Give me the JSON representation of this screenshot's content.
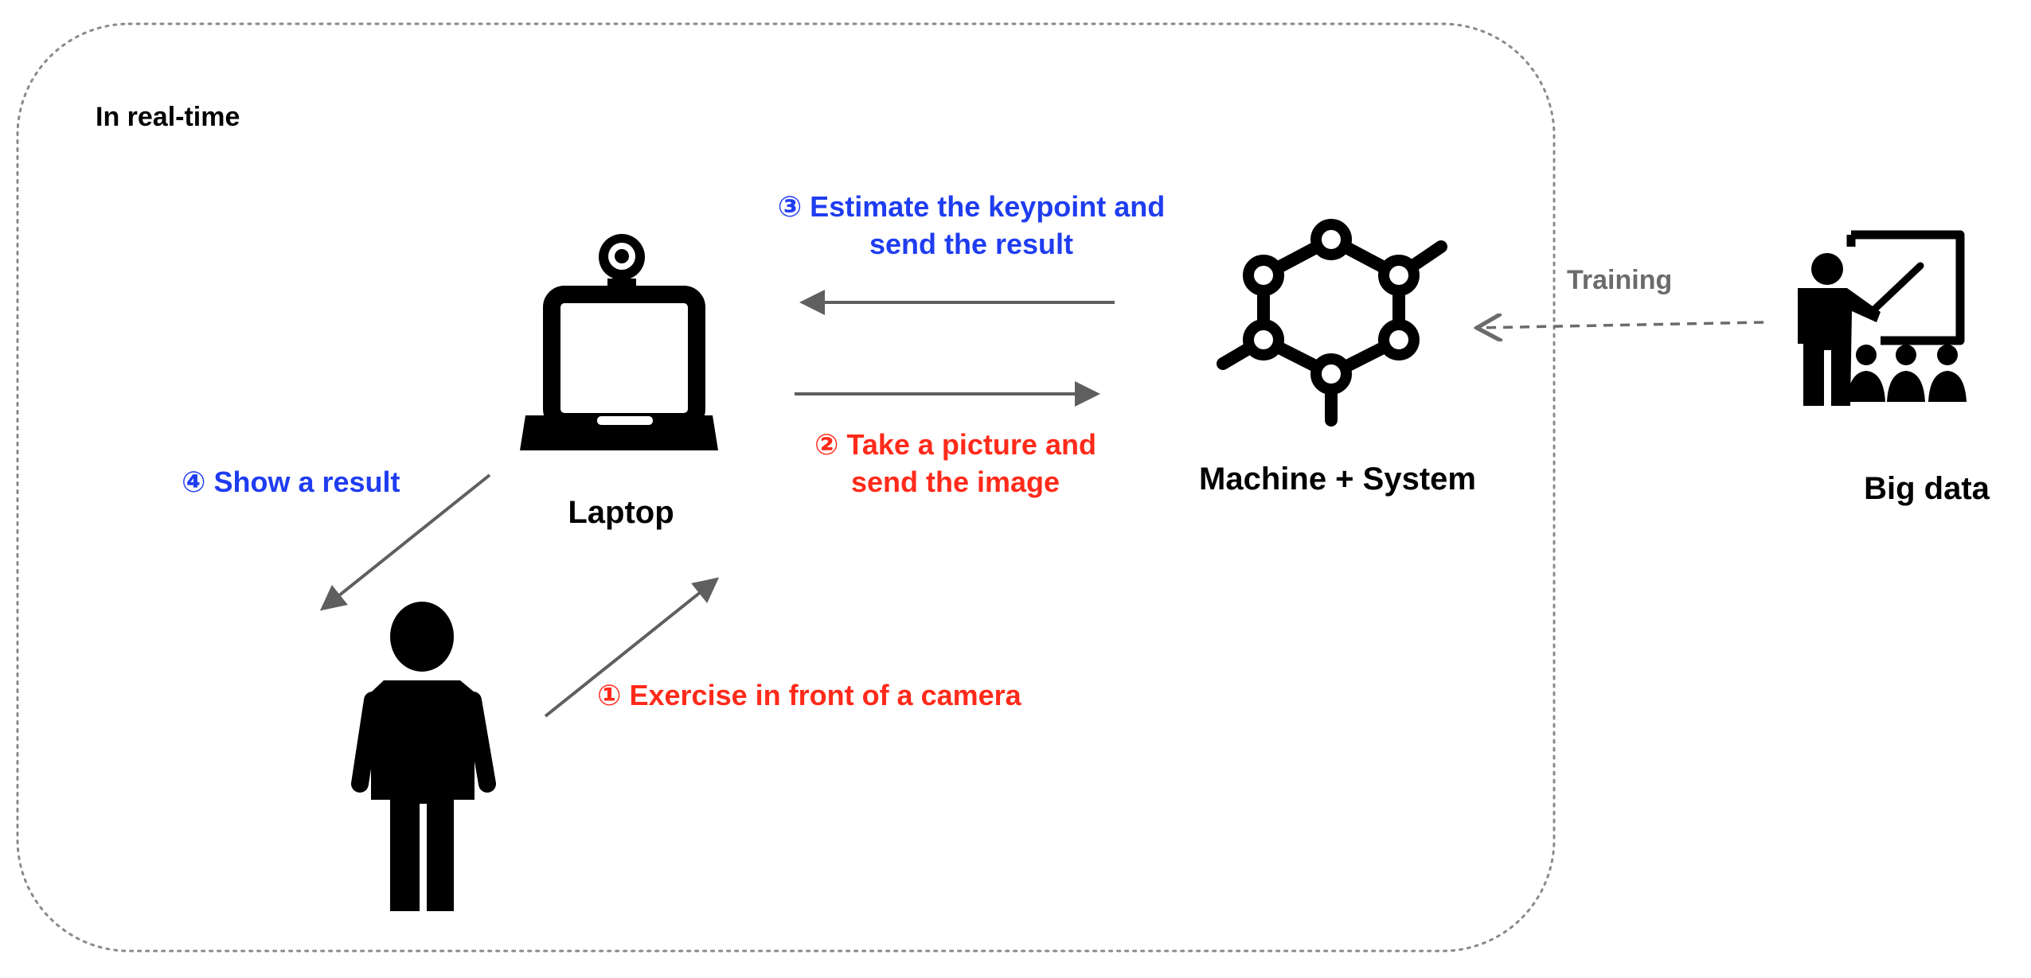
{
  "region": {
    "label": "In real-time"
  },
  "nodes": {
    "laptop": {
      "label": "Laptop",
      "icon": "laptop-webcam-icon"
    },
    "machine": {
      "label": "Machine + System",
      "icon": "neural-network-icon"
    },
    "bigdata": {
      "label": "Big data",
      "icon": "teacher-presentation-icon"
    },
    "person": {
      "icon": "person-icon"
    }
  },
  "steps": {
    "step1": {
      "text": "① Exercise in front of a camera"
    },
    "step2": {
      "line1": "② Take a picture and",
      "line2": "send the image"
    },
    "step3": {
      "line1": "③ Estimate the keypoint and",
      "line2": "send the result"
    },
    "step4": {
      "text": "④ Show a result"
    },
    "training": {
      "text": "Training"
    }
  },
  "colors": {
    "black": "#000000",
    "blue": "#1f3df0",
    "red": "#ff2a1a",
    "arrow": "#5f5f5f",
    "border": "#8a8a8a"
  }
}
